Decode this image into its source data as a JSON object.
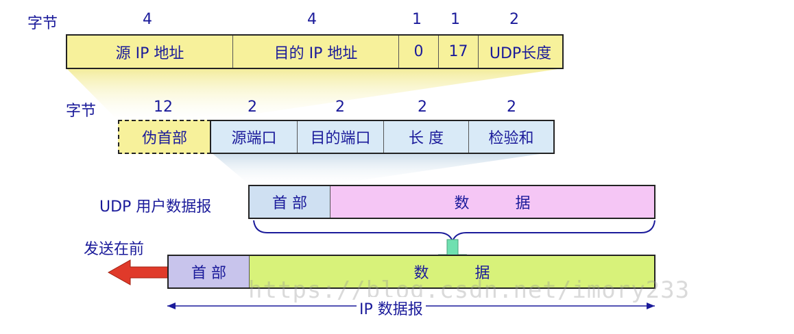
{
  "ip_header": {
    "bytes_label": "字节",
    "sizes": [
      "4",
      "4",
      "1",
      "1",
      "2"
    ],
    "fields": [
      "源 IP 地址",
      "目的 IP 地址",
      "0",
      "17",
      "UDP长度"
    ]
  },
  "udp_header": {
    "bytes_label": "字节",
    "sizes": [
      "12",
      "2",
      "2",
      "2",
      "2"
    ],
    "pseudo": "伪首部",
    "fields": [
      "源端口",
      "目的端口",
      "长 度",
      "检验和"
    ]
  },
  "udp_datagram": {
    "label": "UDP 用户数据报",
    "header": "首 部",
    "data": "数 据"
  },
  "ip_datagram": {
    "send_first": "发送在前",
    "header": "首 部",
    "data": "数 据",
    "label": "IP 数据报"
  },
  "watermark": "https://blog.csdn.net/imory233",
  "colors": {
    "text": "#1a1a9a",
    "ip_fields": "#f7f19b",
    "udp_header": "#d9eaf7",
    "udp_data": "#f5c6f5",
    "ip_header": "#c8c4ec",
    "ip_data": "#d8f27a",
    "arrow": "#e03a2a",
    "down_arrow": "#6fe0b0"
  }
}
